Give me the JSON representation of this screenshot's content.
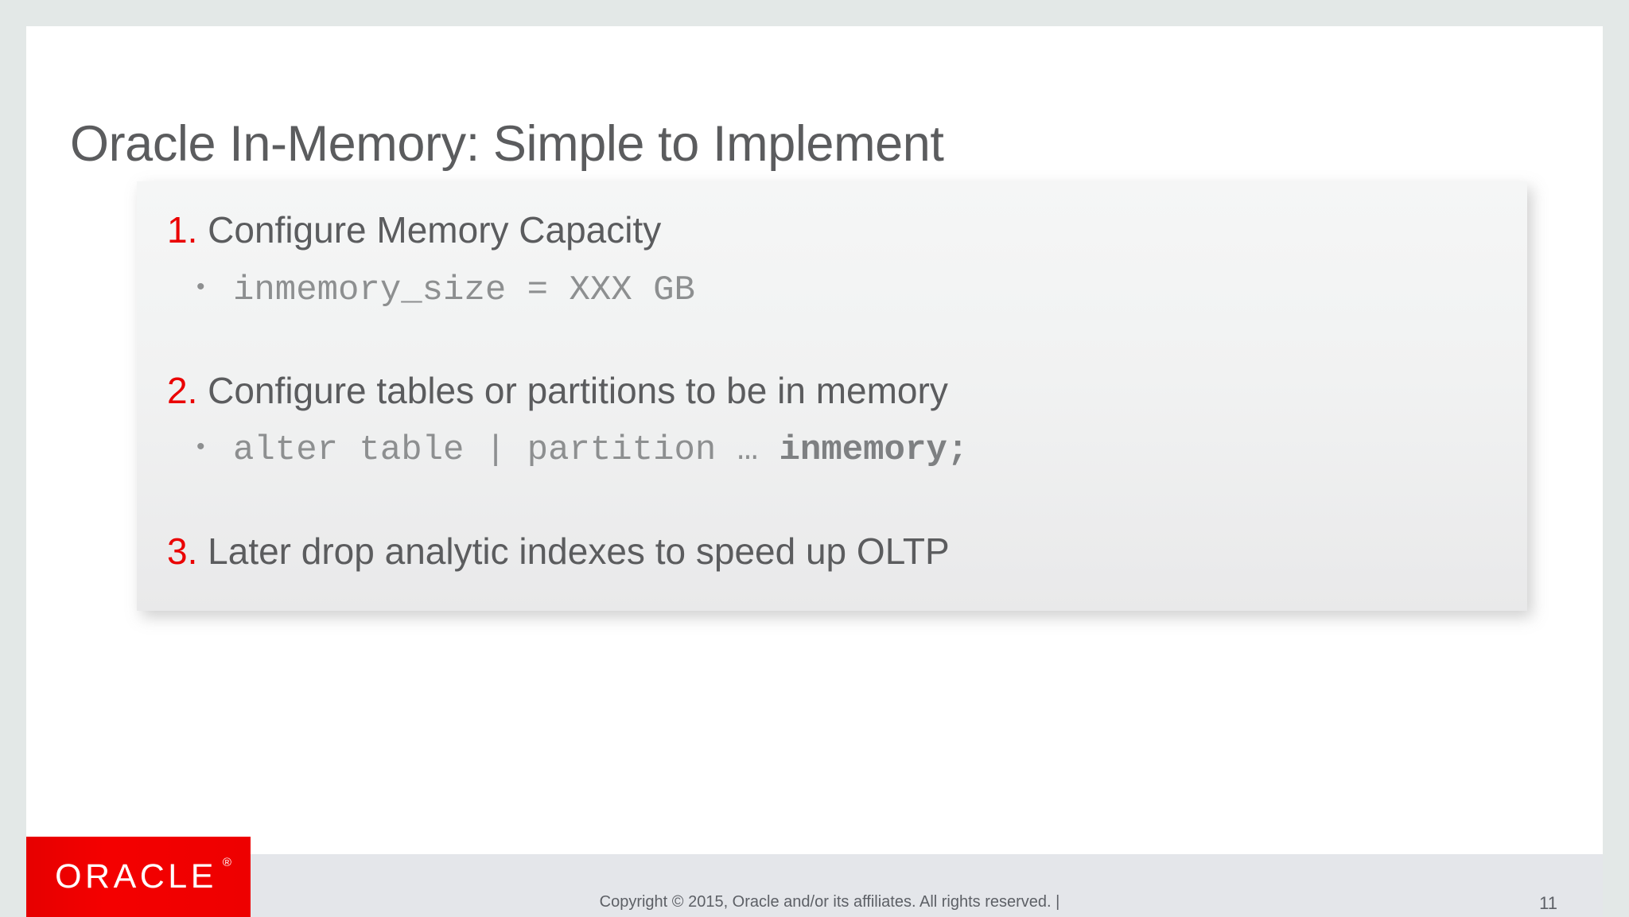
{
  "slide": {
    "title": "Oracle In-Memory: Simple to Implement",
    "page_number": "11",
    "accent_color": "#ea0000",
    "text_color": "#5b5c5e",
    "code_color": "#8d8f90",
    "frame_color": "#e3e8e7",
    "panel_color": "#f1f2f2",
    "footer_color": "#e4e6ea"
  },
  "steps": [
    {
      "number": "1.",
      "heading": "Configure Memory Capacity",
      "bullet": "•",
      "code_prefix": "inmemory_size = XXX GB",
      "code_emphasis": ""
    },
    {
      "number": "2.",
      "heading": "Configure tables or partitions to be in memory",
      "bullet": "•",
      "code_prefix": "alter table | partition  …  ",
      "code_emphasis": "inmemory;"
    },
    {
      "number": "3.",
      "heading": "Later drop analytic indexes to speed up OLTP",
      "bullet": "",
      "code_prefix": "",
      "code_emphasis": ""
    }
  ],
  "footer": {
    "logo_text": "ORACLE",
    "logo_registered": "®",
    "copyright": "Copyright © 2015, Oracle and/or its affiliates. All rights reserved.  |"
  }
}
